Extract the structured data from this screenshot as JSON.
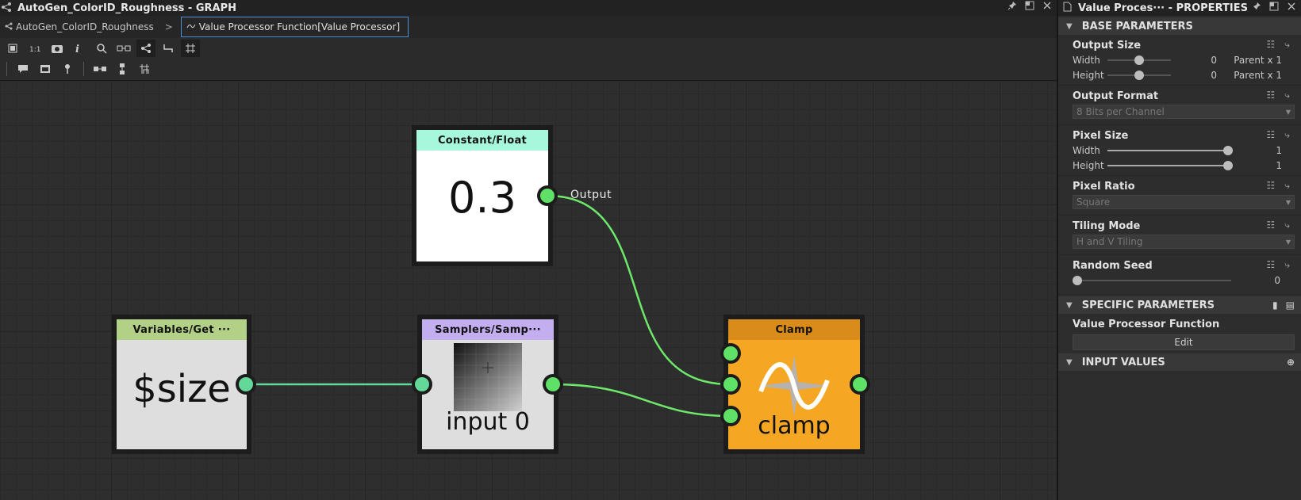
{
  "graph": {
    "title": "AutoGen_ColorID_Roughness - GRAPH",
    "breadcrumb": [
      {
        "label": "AutoGen_ColorID_Roughness"
      },
      {
        "label": "Value Processor Function[Value Processor]"
      }
    ],
    "toolbar_row1": [
      "frame-all-icon",
      "fit-icon",
      "camera-icon",
      "info-icon",
      "search-icon",
      "align-icon",
      "hierarchy-icon",
      "connector-icon",
      "crop-grid-icon"
    ],
    "toolbar_row2": [
      "comment-icon",
      "frame-icon",
      "pin-icon",
      "align-horizontal-icon",
      "align-vertical-icon",
      "snap-grid-icon"
    ],
    "nodes": {
      "constant": {
        "header": "Constant/Float",
        "value": "0.3",
        "output_label": "Output",
        "header_color": "#a6f7dc"
      },
      "variables": {
        "header": "Variables/Get ···",
        "value": "$size",
        "header_color": "#b3d087"
      },
      "samplers": {
        "header": "Samplers/Samp···",
        "value": "input 0",
        "header_color": "#c3aff0"
      },
      "clamp": {
        "header": "Clamp",
        "value": "clamp",
        "header_color": "#d98c1a",
        "body_color": "#f5a623"
      }
    }
  },
  "properties": {
    "title": "Value Proces··· - PROPERTIES",
    "base_parameters_label": "BASE PARAMETERS",
    "output_size": {
      "label": "Output Size",
      "width_label": "Width",
      "width_value": "0",
      "width_suffix": "Parent x 1",
      "height_label": "Height",
      "height_value": "0",
      "height_suffix": "Parent x 1"
    },
    "output_format": {
      "label": "Output Format",
      "value": "8 Bits per Channel"
    },
    "pixel_size": {
      "label": "Pixel Size",
      "width_label": "Width",
      "width_value": "1",
      "height_label": "Height",
      "height_value": "1"
    },
    "pixel_ratio": {
      "label": "Pixel Ratio",
      "value": "Square"
    },
    "tiling_mode": {
      "label": "Tiling Mode",
      "value": "H and V Tiling"
    },
    "random_seed": {
      "label": "Random Seed",
      "value": "0"
    },
    "specific_parameters_label": "SPECIFIC PARAMETERS",
    "value_processor_function": {
      "label": "Value Processor Function",
      "button": "Edit"
    },
    "input_values_label": "INPUT VALUES"
  }
}
